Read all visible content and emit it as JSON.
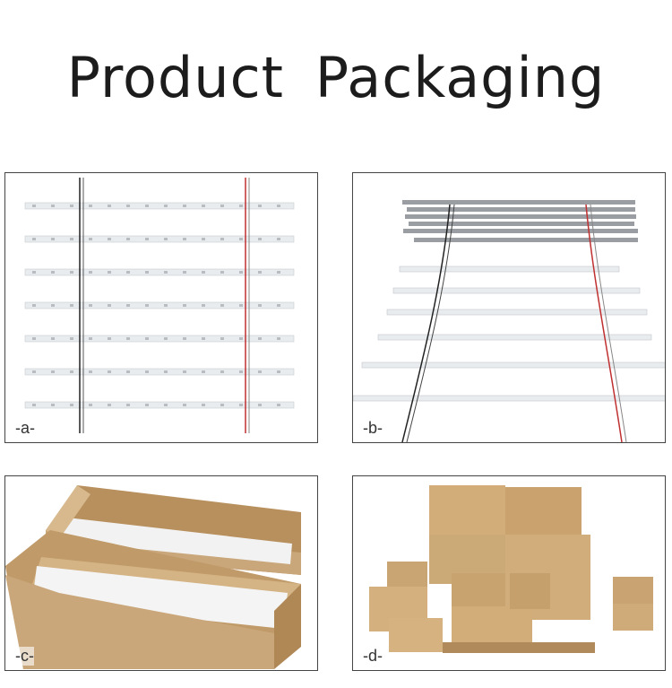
{
  "title": "Product Packaging",
  "panels": [
    {
      "label": "-a-",
      "content": "LED strip bars wired in parallel, flat layout"
    },
    {
      "label": "-b-",
      "content": "LED strip bars stacked and wired"
    },
    {
      "label": "-c-",
      "content": "LED strips packed in cardboard boxes"
    },
    {
      "label": "-d-",
      "content": "Stacked cardboard boxes on pallet"
    }
  ],
  "colors": {
    "wire_black": "#222222",
    "wire_red": "#d23b3b",
    "strip": "#e9ecee",
    "cardboard": "#c9a77a"
  }
}
